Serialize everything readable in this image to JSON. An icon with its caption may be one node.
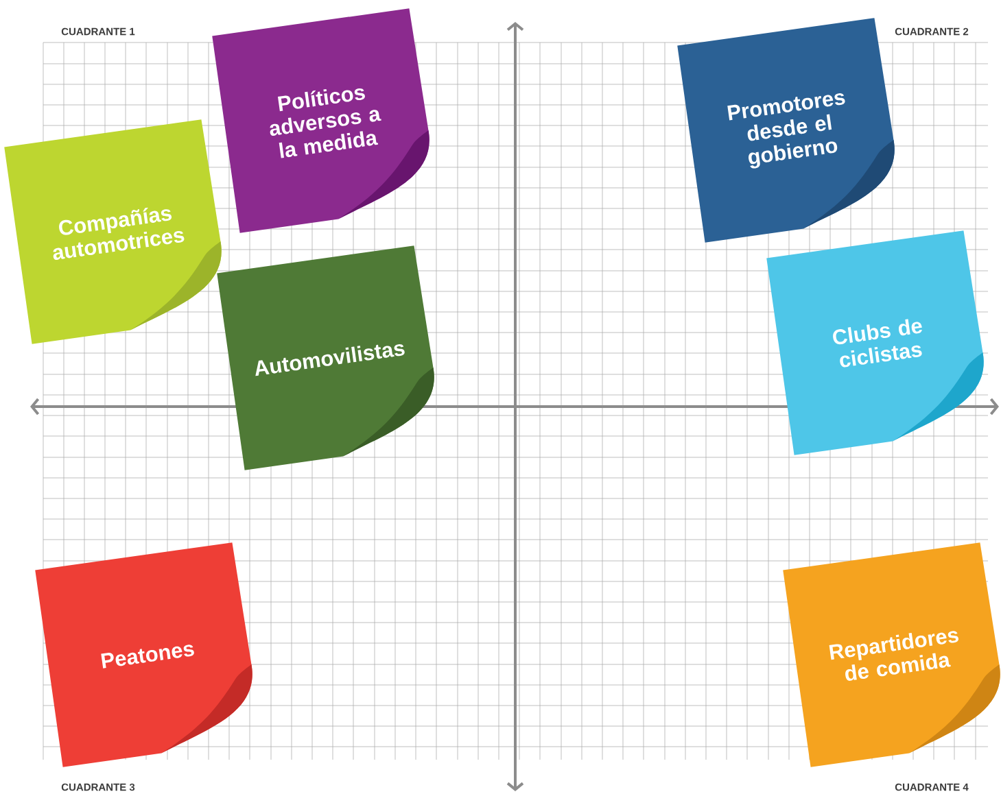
{
  "diagram": {
    "nodes": [
      {
        "text": [
          "Políticos adversos a la medida"
        ]
      },
      {
        "text": [
          "Compañías automotrices"
        ]
      },
      {
        "text": [
          "Automovilistas"
        ]
      },
      {
        "text": [
          "Promotores desde el gobierno"
        ]
      },
      {
        "text": [
          "Clubs de ciclistas"
        ]
      },
      {
        "text": [
          "Peatones"
        ]
      },
      {
        "text": [
          "Repartidores de comida"
        ]
      }
    ],
    "labels": [
      "CUADRANTE 1",
      "CUADRANTE 2",
      "CUADRANTE 3",
      "CUADRANTE 4"
    ]
  }
}
